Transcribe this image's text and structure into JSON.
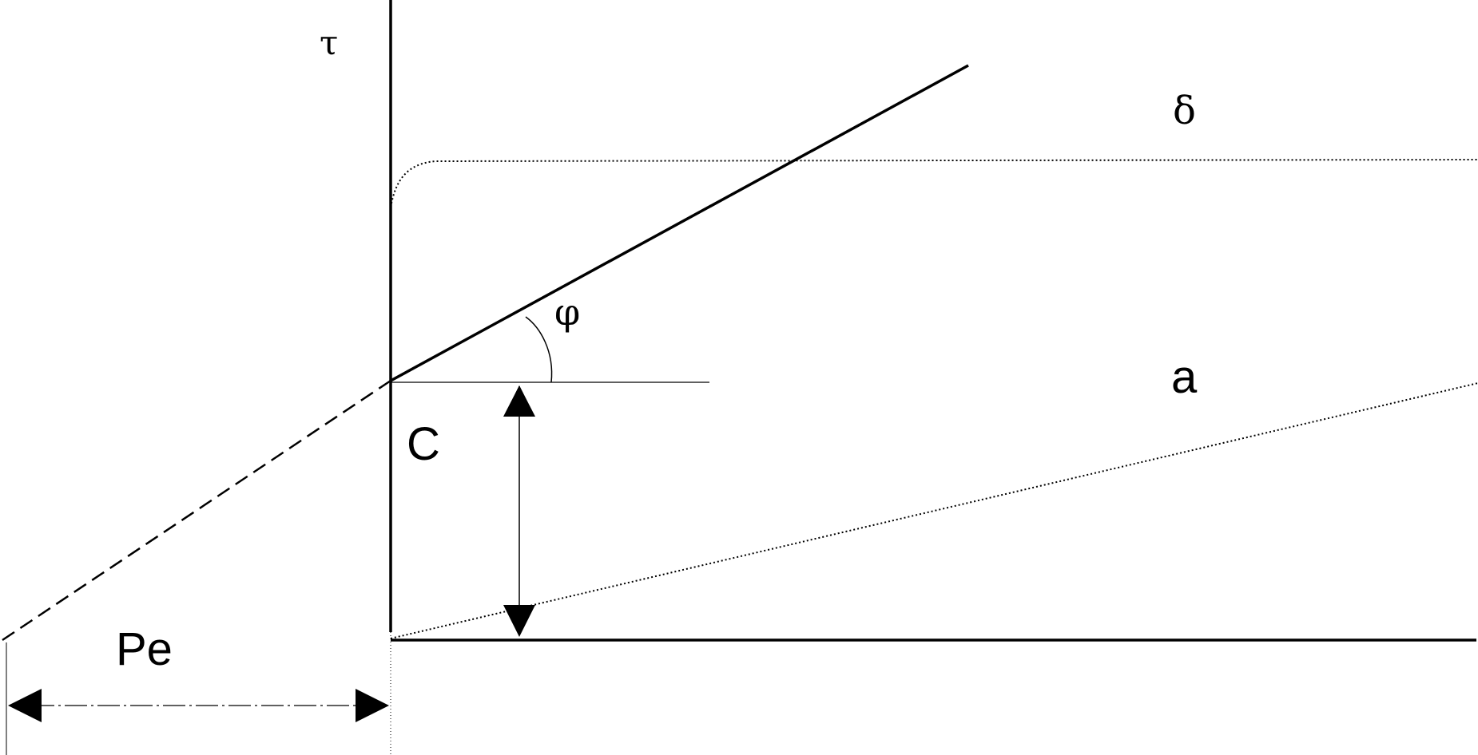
{
  "labels": {
    "tau": "τ",
    "delta": "δ",
    "phi": "φ",
    "a": "a",
    "c": "C",
    "pe": "Pe"
  },
  "colors": {
    "ink": "#000000",
    "background": "#ffffff"
  }
}
